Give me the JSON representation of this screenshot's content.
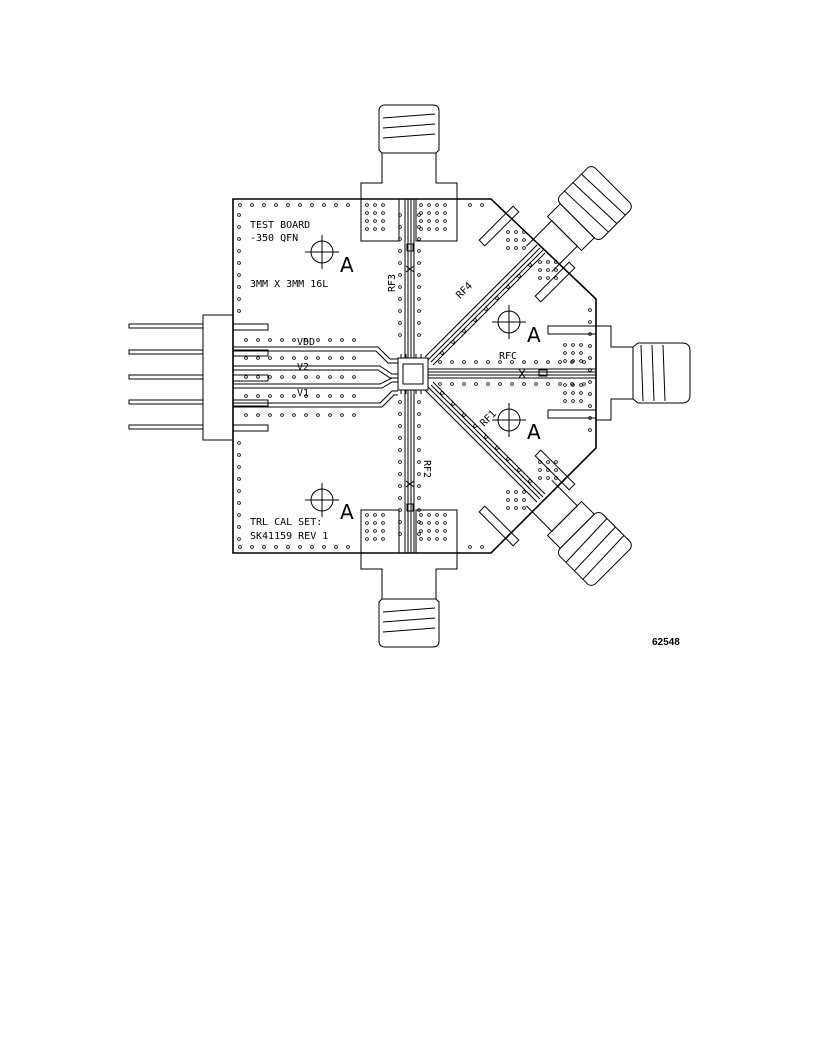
{
  "board": {
    "title_line1": "TEST BOARD",
    "title_line2": "-350 QFN",
    "package": "3MM X 3MM 16L",
    "cal_line1": "TRL CAL SET:",
    "cal_line2": "SK41159 REV 1"
  },
  "ports": {
    "rf1": "RF1",
    "rf2": "RF2",
    "rf3": "RF3",
    "rf4": "RF4",
    "rfc": "RFC"
  },
  "supply": {
    "vdd": "VDD",
    "v2": "V2",
    "v1": "V1"
  },
  "markers": {
    "mount_mark": "A"
  },
  "figure_id": "62548"
}
